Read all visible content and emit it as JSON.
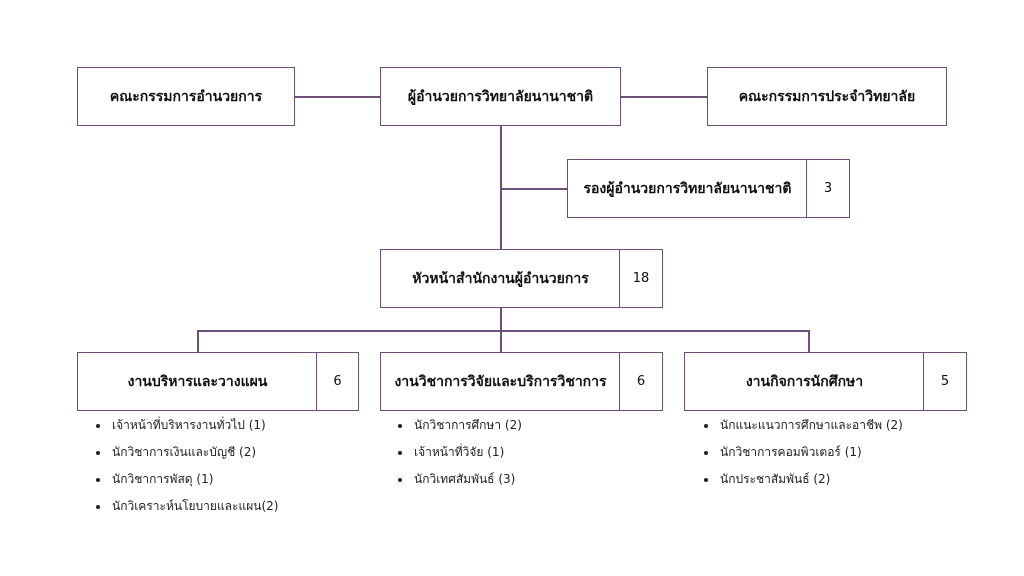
{
  "top": {
    "board_executive": "คณะกรรมการอำนวยการ",
    "director": "ผู้อำนวยการวิทยาลัยนานาชาติ",
    "college_board": "คณะกรรมการประจำวิทยาลัย"
  },
  "deputy": {
    "label": "รองผู้อำนวยการวิทยาลัยนานาชาติ",
    "count": "3"
  },
  "head_office": {
    "label": "หัวหน้าสำนักงานผู้อำนวยการ",
    "count": "18"
  },
  "departments": [
    {
      "label": "งานบริหารและวางแผน",
      "count": "6",
      "items": [
        "เจ้าหน้าที่บริหารงานทั่วไป (1)",
        "นักวิชาการเงินและบัญชี (2)",
        "นักวิชาการพัสดุ (1)",
        "นักวิเคราะห์นโยบายและแผน(2)"
      ]
    },
    {
      "label": "งานวิชาการวิจัยและบริการวิชาการ",
      "count": "6",
      "items": [
        "นักวิชาการศึกษา (2)",
        "เจ้าหน้าที่วิจัย (1)",
        "นักวิเทศสัมพันธ์ (3)"
      ]
    },
    {
      "label": "งานกิจการนักศึกษา",
      "count": "5",
      "items": [
        "นักแนะแนวการศึกษาและอาชีพ (2)",
        "นักวิชาการคอมพิวเตอร์ (1)",
        "นักประชาสัมพันธ์ (2)"
      ]
    }
  ]
}
